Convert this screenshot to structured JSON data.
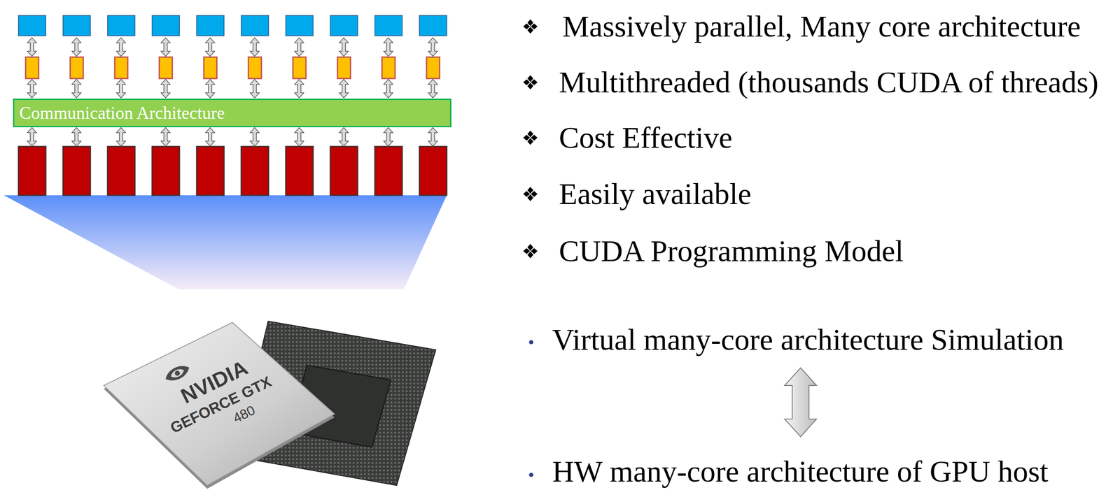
{
  "diagram": {
    "nodes": [
      {
        "text": [
          "Communication Architecture"
        ]
      }
    ],
    "labels": [
      "Massively parallel, Many core architecture",
      "Multithreaded (thousands CUDA of threads)",
      "Cost Effective",
      "Easily available",
      "CUDA Programming Model",
      "Virtual many-core architecture  Simulation",
      "HW many-core architecture of GPU host",
      "NVIDIA",
      "GEFORCE GTX",
      "480"
    ]
  }
}
